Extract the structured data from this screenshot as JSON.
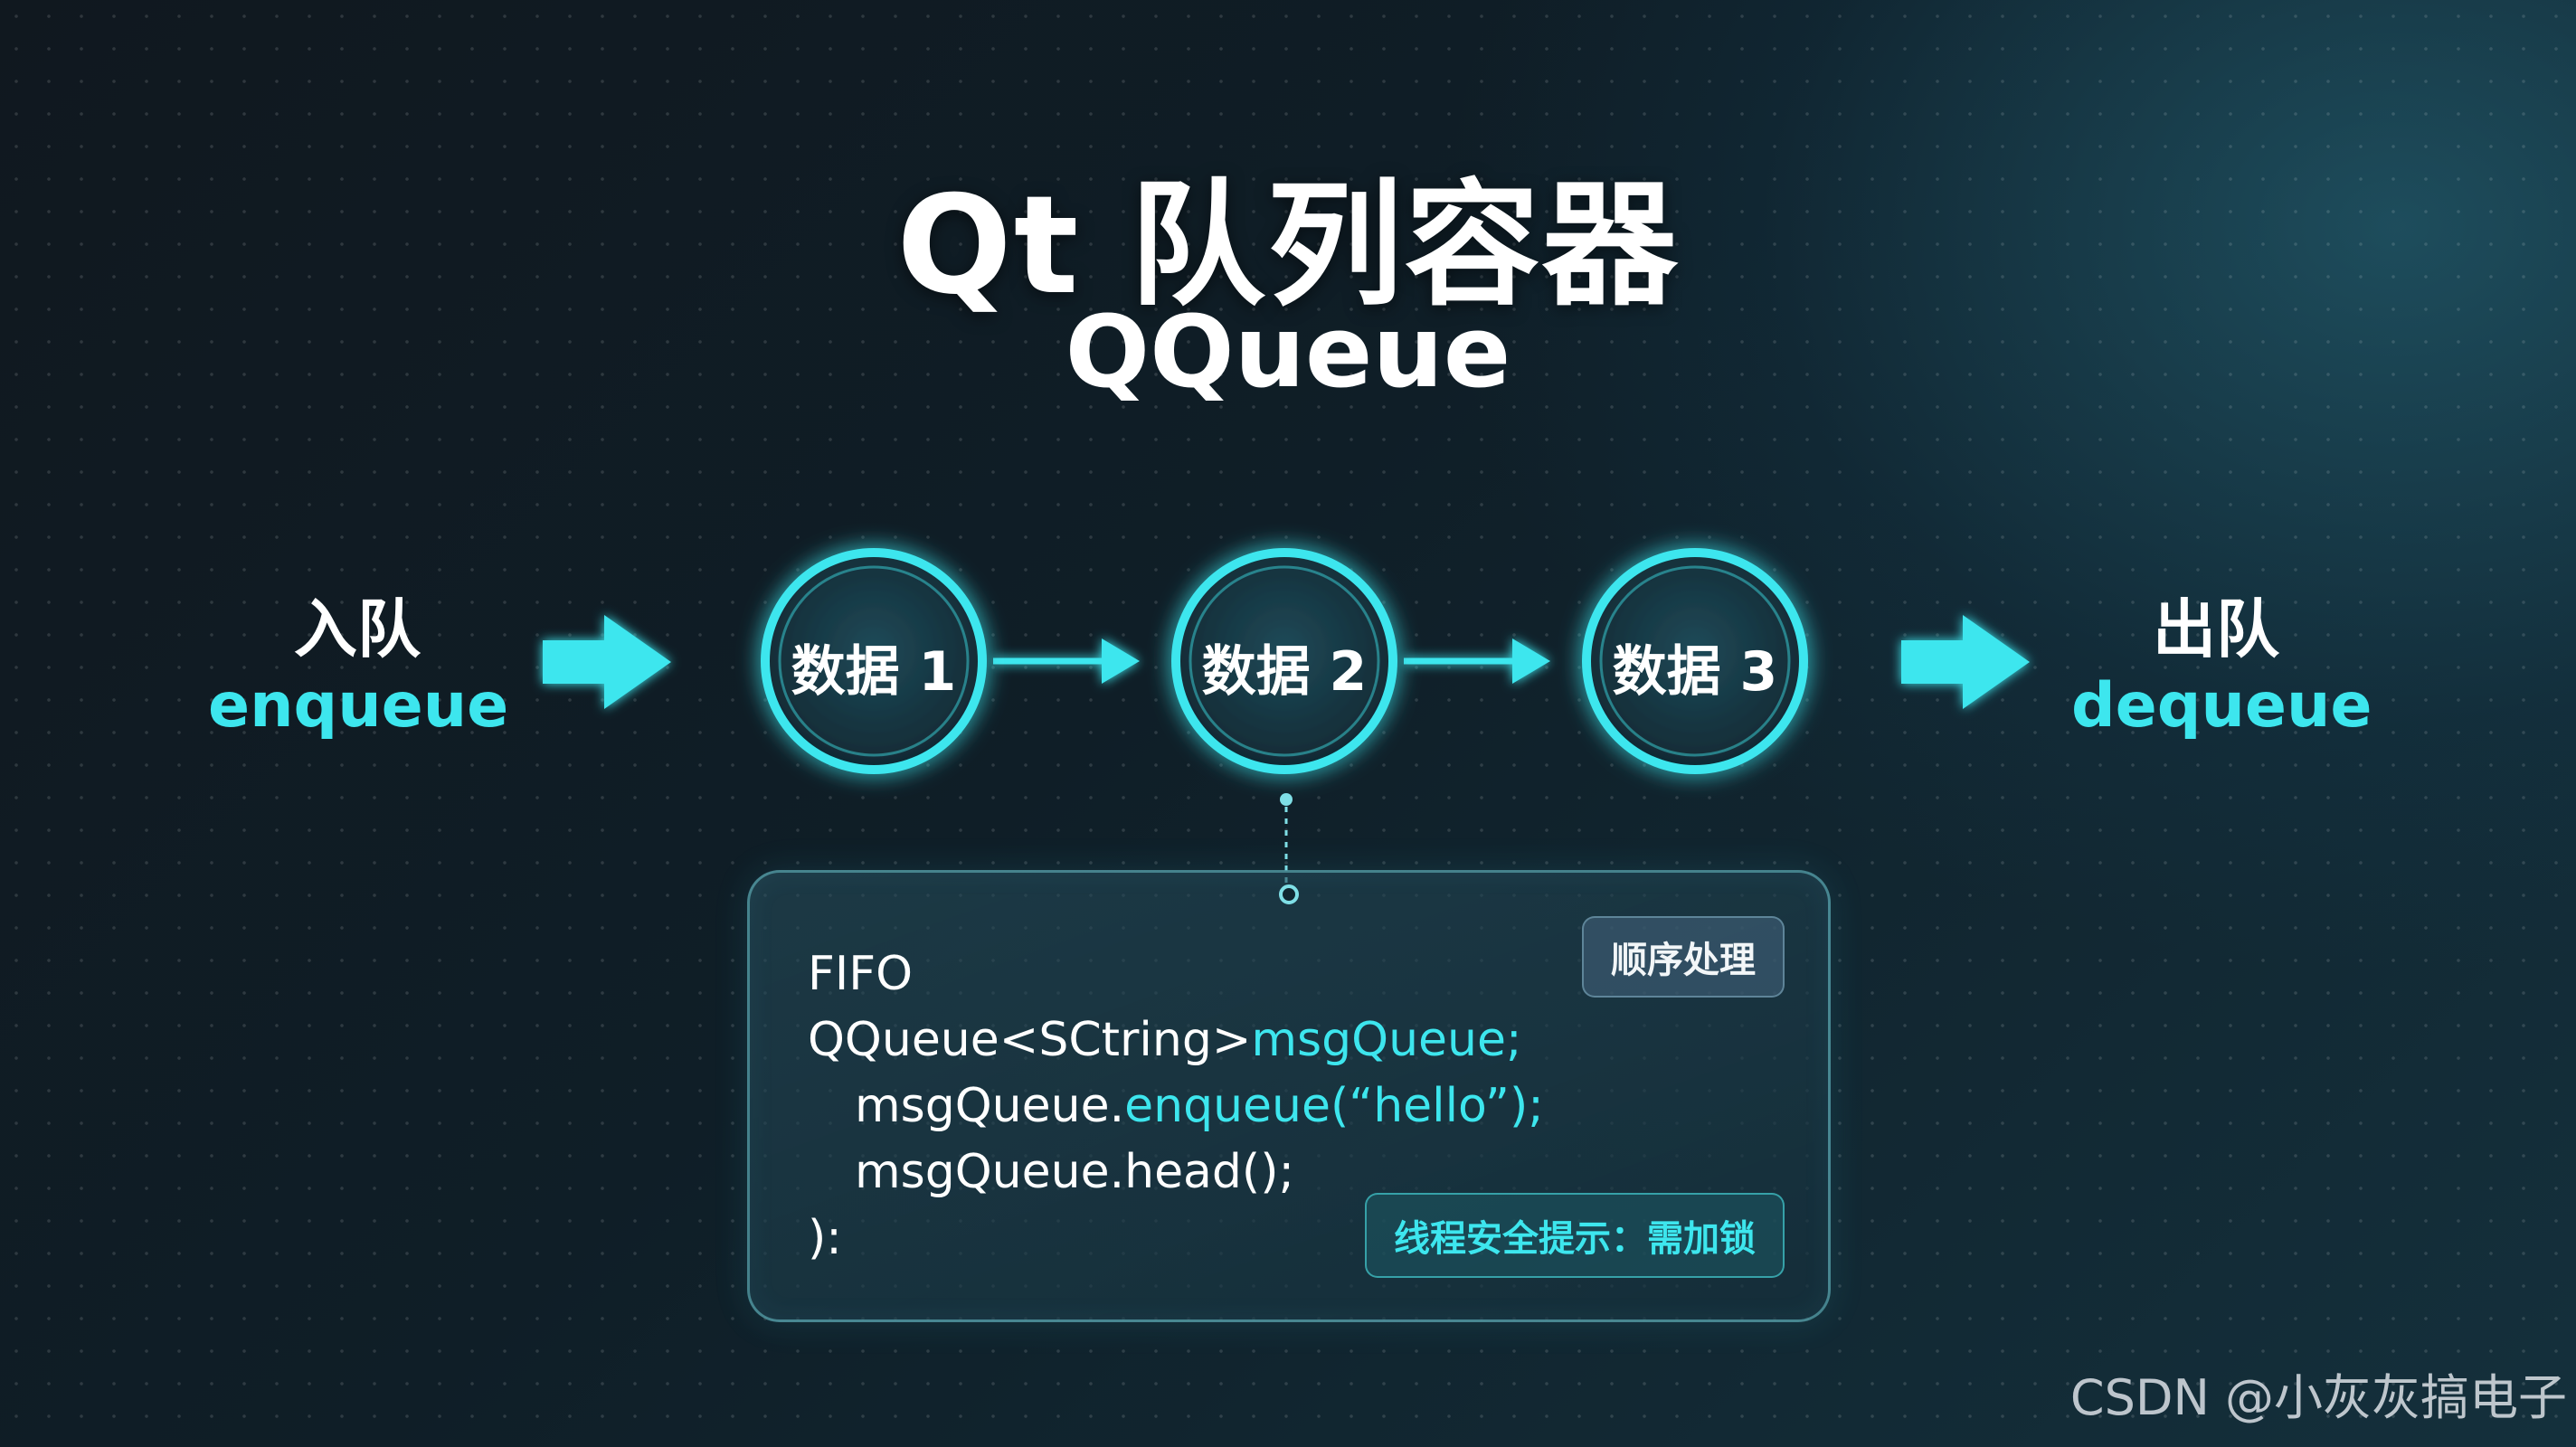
{
  "title": "Qt 队列容器",
  "subtitle": "QQueue",
  "enqueue": {
    "cn": "入队",
    "en": "enqueue"
  },
  "dequeue": {
    "cn": "出队",
    "en": "dequeue"
  },
  "nodes": [
    "数据 1",
    "数据 2",
    "数据 3"
  ],
  "code_panel": {
    "badge": "顺序处理",
    "lines": {
      "l1": "FIFO",
      "l2a": "QQueue<SCtring>",
      "l2b": "msgQueue;",
      "l3a": "msgQueue.",
      "l3b": "enqueue(“hello”);",
      "l4": "msgQueue.head();",
      "l5": "):"
    },
    "tip": "线程安全提示：需加锁"
  },
  "watermark": "CSDN @小灰灰搞电子",
  "colors": {
    "accent": "#3de6ee",
    "background": "#10181f"
  }
}
